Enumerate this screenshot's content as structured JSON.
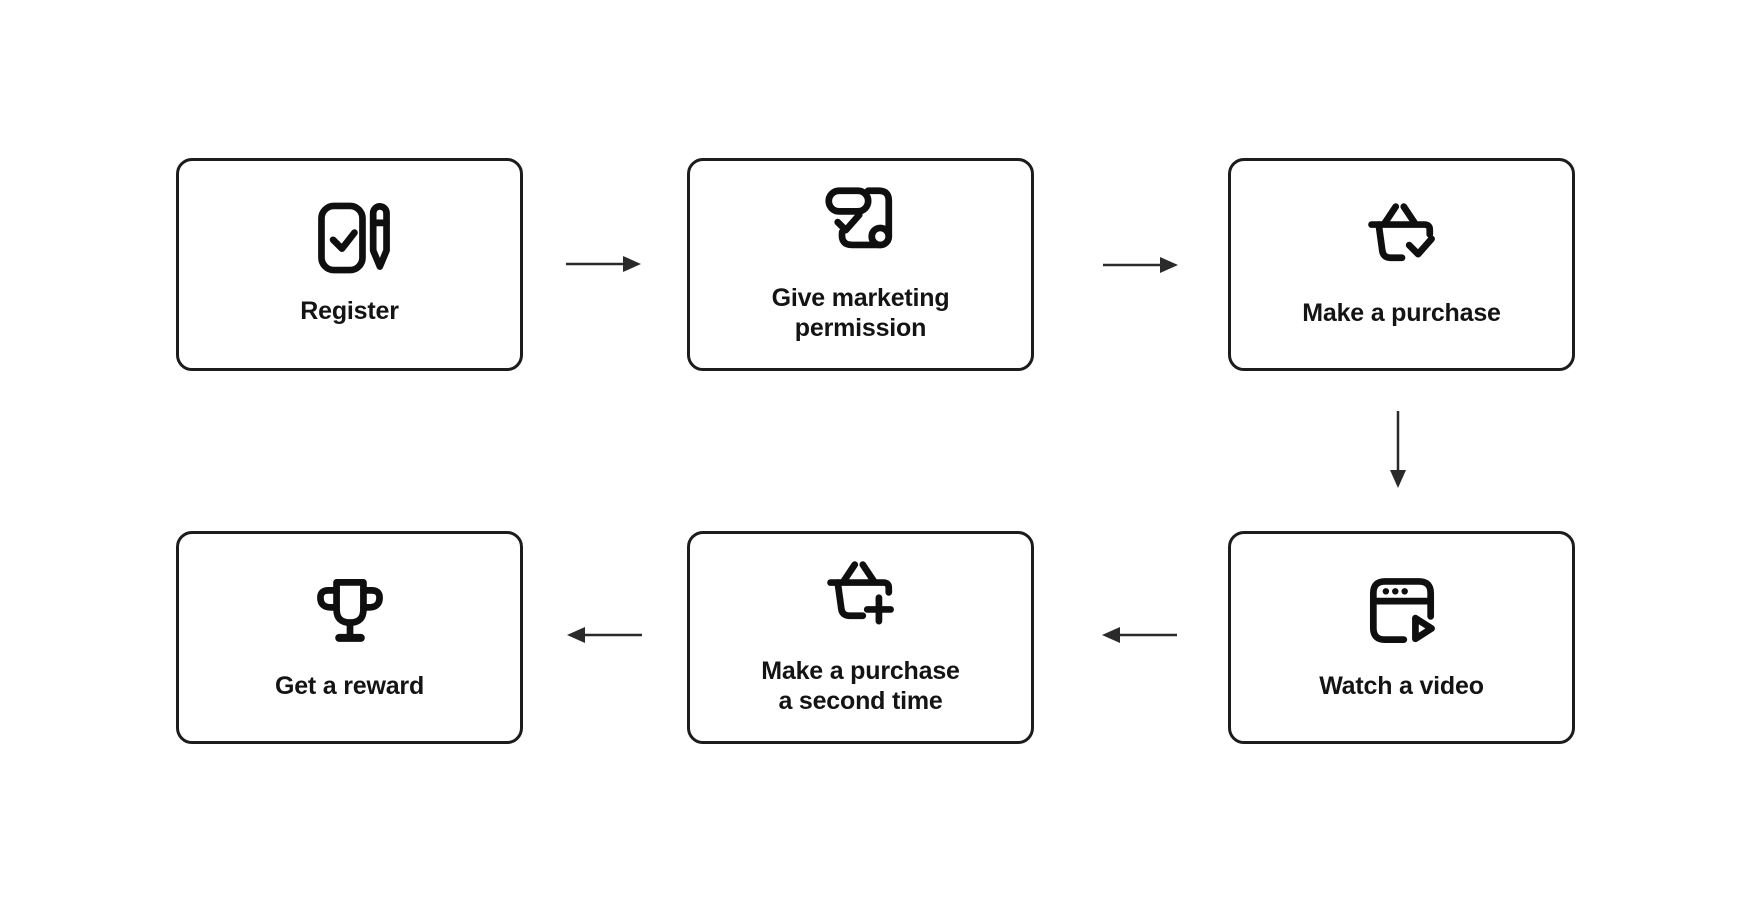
{
  "diagram": {
    "type": "flowchart",
    "colors": {
      "background": "#ffffff",
      "node_border": "#1c1c1c",
      "icon_stroke": "#0f0f0f",
      "text": "#141414",
      "arrow": "#2a2a2a"
    },
    "nodes": [
      {
        "id": "register",
        "label": "Register",
        "icon": "register-icon",
        "row": 0,
        "col": 0
      },
      {
        "id": "marketing",
        "label": "Give marketing\npermission",
        "icon": "contract-check-icon",
        "row": 0,
        "col": 1
      },
      {
        "id": "purchase",
        "label": "Make a purchase",
        "icon": "basket-check-icon",
        "row": 0,
        "col": 2
      },
      {
        "id": "video",
        "label": "Watch a video",
        "icon": "video-window-icon",
        "row": 1,
        "col": 2
      },
      {
        "id": "second-purchase",
        "label": "Make a purchase\na second time",
        "icon": "basket-plus-icon",
        "row": 1,
        "col": 1
      },
      {
        "id": "reward",
        "label": "Get a reward",
        "icon": "trophy-icon",
        "row": 1,
        "col": 0
      }
    ],
    "flow": [
      {
        "from": "register",
        "to": "marketing",
        "direction": "right"
      },
      {
        "from": "marketing",
        "to": "purchase",
        "direction": "right"
      },
      {
        "from": "purchase",
        "to": "video",
        "direction": "down"
      },
      {
        "from": "video",
        "to": "second-purchase",
        "direction": "left"
      },
      {
        "from": "second-purchase",
        "to": "reward",
        "direction": "left"
      }
    ]
  }
}
